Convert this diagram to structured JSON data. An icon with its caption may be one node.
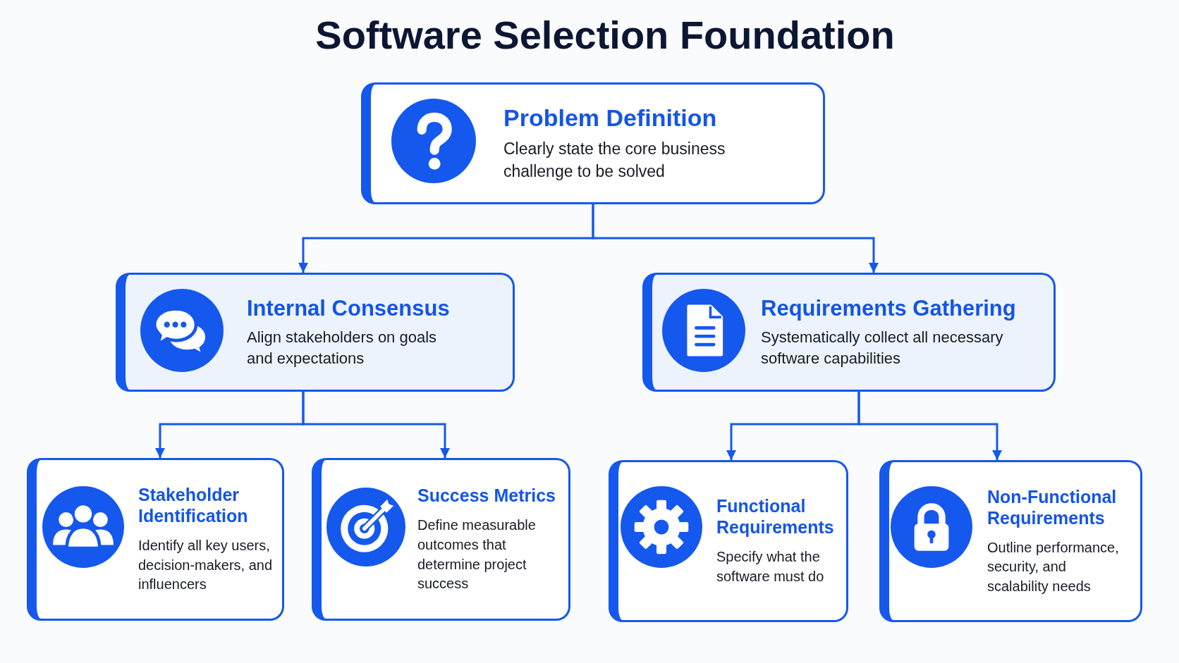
{
  "diagram": {
    "title": "Software Selection Foundation",
    "nodes": [
      {
        "text": [
          "Problem Definition",
          "Clearly state the core business challenge to be solved"
        ]
      },
      {
        "text": [
          "Internal Consensus",
          "Align stakeholders on goals and expectations"
        ]
      },
      {
        "text": [
          "Requirements Gathering",
          "Systematically collect all necessary software capabilities"
        ]
      },
      {
        "text": [
          "Stakeholder Identification",
          "Identify all key users, decision-makers, and influencers"
        ]
      },
      {
        "text": [
          "Success Metrics",
          "Define measurable outcomes that determine project success"
        ]
      },
      {
        "text": [
          "Functional Requirements",
          "Specify what the software must do"
        ]
      },
      {
        "text": [
          "Non-Functional Requirements",
          "Outline performance, security, and scalability needs"
        ]
      }
    ],
    "edges": [
      {
        "from": 0,
        "to": 1,
        "arrow": "to"
      },
      {
        "from": 0,
        "to": 2,
        "arrow": "to"
      },
      {
        "from": 1,
        "to": 3,
        "arrow": "to"
      },
      {
        "from": 1,
        "to": 4,
        "arrow": "to"
      },
      {
        "from": 2,
        "to": 5,
        "arrow": "to"
      },
      {
        "from": 2,
        "to": 6,
        "arrow": "to"
      }
    ]
  }
}
